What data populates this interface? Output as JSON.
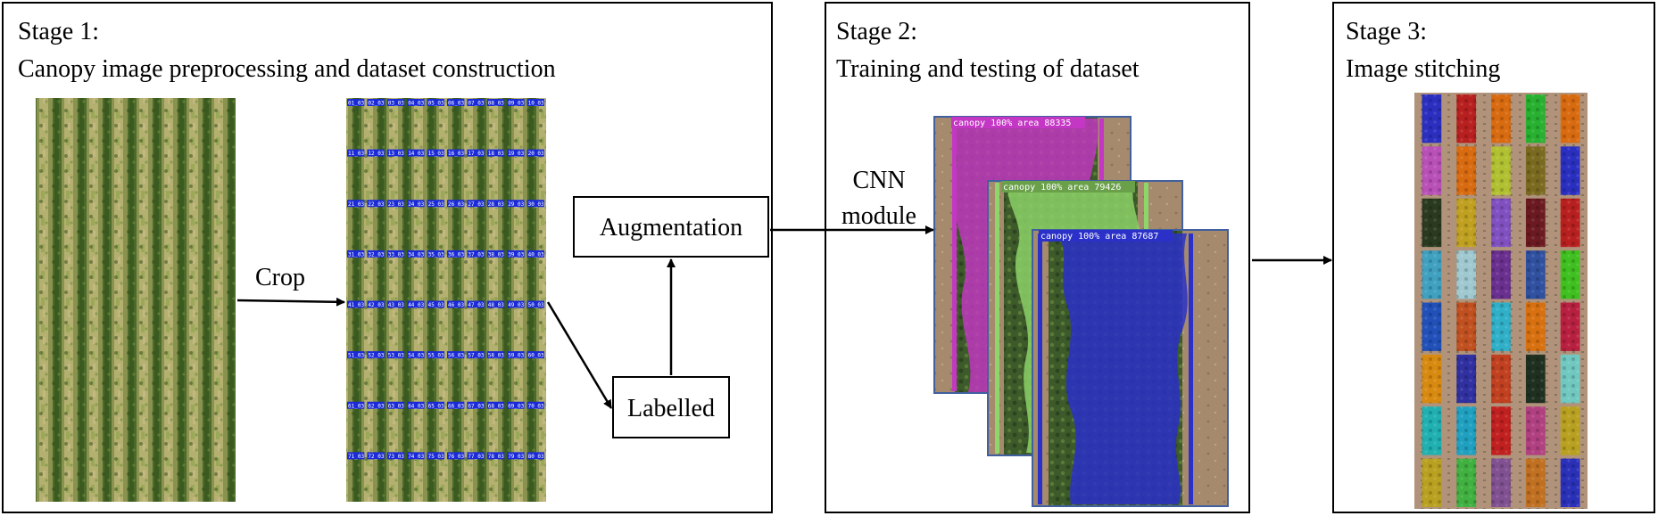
{
  "stages": [
    {
      "title": "Stage 1:",
      "subtitle": "Canopy image preprocessing and dataset construction"
    },
    {
      "title": "Stage 2:",
      "subtitle": "Training and testing of dataset"
    },
    {
      "title": "Stage 3:",
      "subtitle": "Image stitching"
    }
  ],
  "labels": {
    "crop": "Crop",
    "augmentation": "Augmentation",
    "labelled": "Labelled",
    "cnn_line1": "CNN",
    "cnn_line2": "module"
  },
  "detections": [
    {
      "text": "canopy 100%  area 88335",
      "color": "#c437c4"
    },
    {
      "text": "canopy 100%  area 79426",
      "color": "#8fd66a"
    },
    {
      "text": "canopy 100%  area 87687",
      "color": "#2a30c8"
    }
  ],
  "grid_tags": [
    [
      "01_03",
      "02_03",
      "03_03",
      "04_03",
      "05_03",
      "06_03",
      "07_03",
      "08_03",
      "09_03",
      "10_03"
    ],
    [
      "11_03",
      "12_03",
      "13_03",
      "14_03",
      "15_03",
      "16_03",
      "17_03",
      "18_03",
      "19_03",
      "20_03"
    ],
    [
      "21_03",
      "22_03",
      "23_03",
      "24_03",
      "25_03",
      "26_03",
      "27_03",
      "28_03",
      "29_03",
      "30_03"
    ],
    [
      "31_03",
      "32_03",
      "33_03",
      "34_03",
      "35_03",
      "36_03",
      "37_03",
      "38_03",
      "39_03",
      "40_03"
    ],
    [
      "41_03",
      "42_03",
      "43_03",
      "44_03",
      "45_03",
      "46_03",
      "47_03",
      "48_03",
      "49_03",
      "50_03"
    ],
    [
      "51_03",
      "52_03",
      "53_03",
      "54_03",
      "55_03",
      "56_03",
      "57_03",
      "58_03",
      "59_03",
      "60_03"
    ],
    [
      "61_03",
      "62_03",
      "63_03",
      "64_03",
      "65_03",
      "66_03",
      "67_03",
      "68_03",
      "69_03",
      "70_03"
    ],
    [
      "71_03",
      "72_03",
      "73_03",
      "74_03",
      "75_03",
      "76_03",
      "77_03",
      "78_03",
      "79_03",
      "80_03"
    ]
  ],
  "colors": {
    "stitch_segments": [
      [
        "#2a2fc0",
        "#b82020",
        "#d86a10",
        "#28b030",
        "#d86a10"
      ],
      [
        "#b850b8",
        "#d86a10",
        "#b0c030",
        "#7a6a20",
        "#2a2fc0"
      ],
      [
        "#2a3a20",
        "#c0a020",
        "#8050c0",
        "#6a1a20",
        "#b82020"
      ],
      [
        "#40a0c0",
        "#a0c8d0",
        "#6a3090",
        "#3050a0",
        "#40c020"
      ],
      [
        "#2050b8",
        "#c05020",
        "#30b0c8",
        "#d87010",
        "#b82040"
      ],
      [
        "#d88a10",
        "#3030a0",
        "#c04020",
        "#203020",
        "#70c8c0"
      ],
      [
        "#20b0b0",
        "#20a0c0",
        "#c02020",
        "#b04080",
        "#b8a020"
      ],
      [
        "#b8a020",
        "#40b040",
        "#805090",
        "#c07020",
        "#2a30b8"
      ]
    ]
  }
}
